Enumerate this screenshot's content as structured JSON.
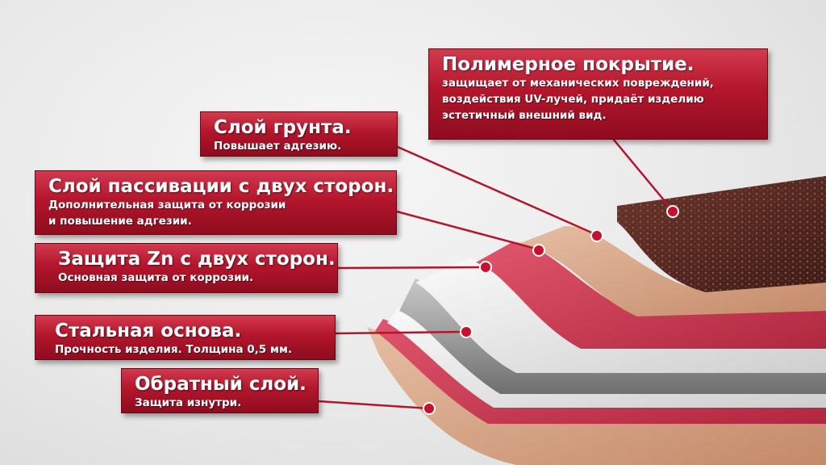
{
  "layers": [
    {
      "id": "polymer",
      "title": "Полимерное покрытие.",
      "desc": "защищает от механических повреждений,\nвоздействия UV-лучей, придаёт изделию\nэстетичный внешний вид."
    },
    {
      "id": "primer",
      "title": "Слой грунта.",
      "desc": "Повышает адгезию."
    },
    {
      "id": "passivation",
      "title": "Слой пассивации с двух сторон.",
      "desc": "Дополнительная защита от коррозии\nи повышение  адгезии."
    },
    {
      "id": "zinc",
      "title": "Защита Zn с двух сторон.",
      "desc": "Основная защита от коррозии."
    },
    {
      "id": "steel",
      "title": "Стальная основа.",
      "desc": "Прочность изделия. Толщина 0,5 мм."
    },
    {
      "id": "back",
      "title": "Обратный слой.",
      "desc": "Защита изнутри."
    }
  ],
  "colors": {
    "label_red": "#b3162c",
    "polymer_brown": "#5a2b24",
    "primer_beige": "#d9a98a",
    "passivation_red": "#d3405a",
    "zinc_white": "#ececec",
    "steel_grey": "#9a9a9a",
    "back_tan": "#c99678"
  },
  "icons": [
    "marker-dot-icon"
  ]
}
